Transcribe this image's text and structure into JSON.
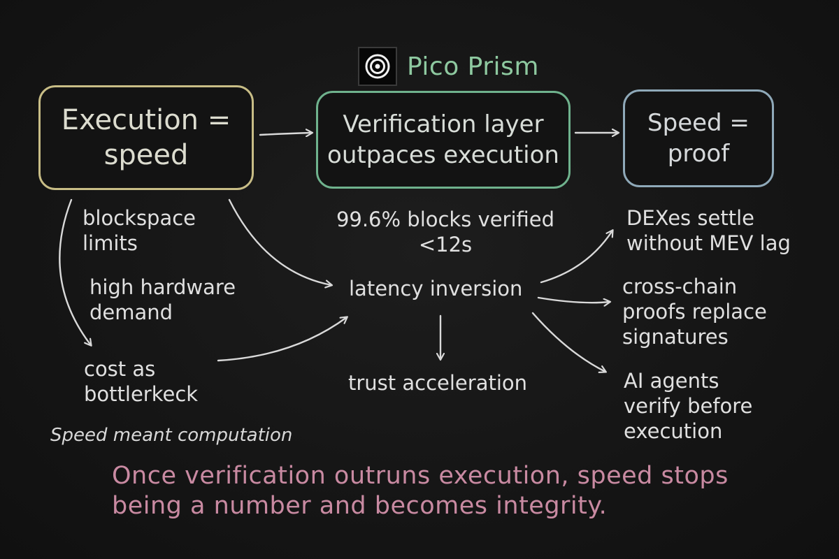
{
  "logo": {
    "title": "Pico Prism",
    "icon": "concentric-circles-icon"
  },
  "boxes": {
    "execution": "Execution =\nspeed",
    "verification": "Verification layer\noutpaces execution",
    "proof": "Speed =\nproof"
  },
  "left_notes": {
    "blockspace": "blockspace\nlimits",
    "hardware": "high hardware\ndemand",
    "cost": "cost as\nbottlerkeck",
    "footer": "Speed meant computation"
  },
  "center_notes": {
    "stat": "99.6% blocks verified\n<12s",
    "latency": "latency inversion",
    "trust": "trust acceleration"
  },
  "right_notes": {
    "dexes": "DEXes settle\nwithout MEV lag",
    "crosschain": "cross-chain\nproofs replace\nsignatures",
    "ai": "AI agents\nverify before\nexecution"
  },
  "conclusion": "Once verification outruns execution, speed stops\nbeing a number  and becomes integrity.",
  "colors": {
    "background": "#141414",
    "execution_border": "#c8bd86",
    "verification_border": "#6fb28d",
    "proof_border": "#8fa9b9",
    "logo_text": "#8ec9a0",
    "conclusion_text": "#c98aa2",
    "arrows": "#d9d9d9"
  }
}
